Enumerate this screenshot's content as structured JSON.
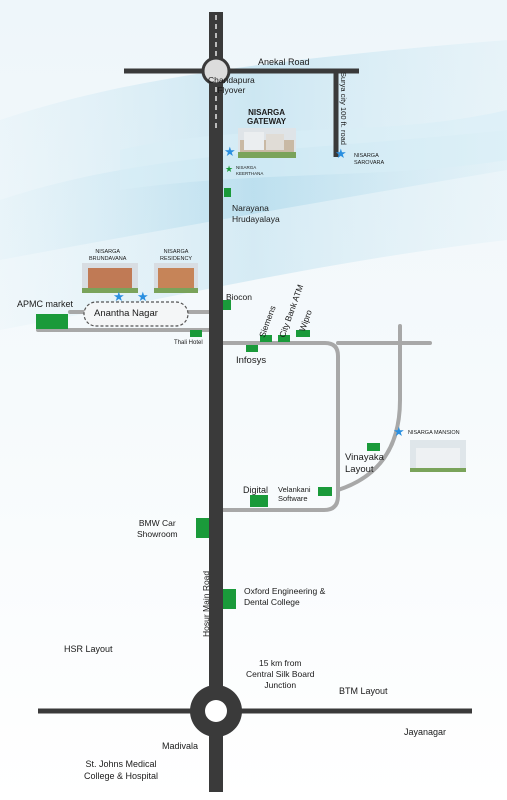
{
  "roads": {
    "anekal": "Anekal Road",
    "surya_city": "Surya city 100 ft. road",
    "hosur": "Hosur Main Road"
  },
  "places": {
    "chandapura_flyover": "Chandapura\nFlyover",
    "nisarga_gateway": "NISARGA\nGATEWAY",
    "nisarga_sarovara": "NISARGA\nSAROVARA",
    "nisarga_keerthana": "NISARGA\nKEERTHANA",
    "narayana_hrudayalaya": "Narayana\nHrudayalaya",
    "nisarga_brundavana": "NISARGA\nBRUNDAVANA",
    "nisarga_residency": "NISARGA\nRESIDENCY",
    "apmc_market": "APMC market",
    "anantha_nagar": "Anantha Nagar",
    "thali_hotel": "Thali Hotel",
    "biocon": "Biocon",
    "city_bank_atm": "City Bank ATM",
    "siemens": "Siemens",
    "wipro": "Wipro",
    "infosys": "Infosys",
    "nisarga_mansion": "NISARGA MANSION",
    "vinayaka_layout": "Vinayaka\nLayout",
    "digital": "Digital",
    "velankani_software": "Velankani\nSoftware",
    "bmw_showroom": "BMW Car\nShowroom",
    "oxford_college": "Oxford Engineering &\nDental College",
    "hsr_layout": "HSR Layout",
    "silk_board": "15 km from\nCentral Silk Board\nJunction",
    "btm_layout": "BTM Layout",
    "jayanagar": "Jayanagar",
    "madivala": "Madivala",
    "st_johns": "St. Johns Medical\nCollege & Hospital"
  },
  "colors": {
    "road_dark": "#3a3a3a",
    "road_light": "#a8a8a8",
    "landmark_green": "#1a9a3a",
    "star_blue": "#2a8fe0",
    "sky_blue": "#9fd2e8"
  }
}
